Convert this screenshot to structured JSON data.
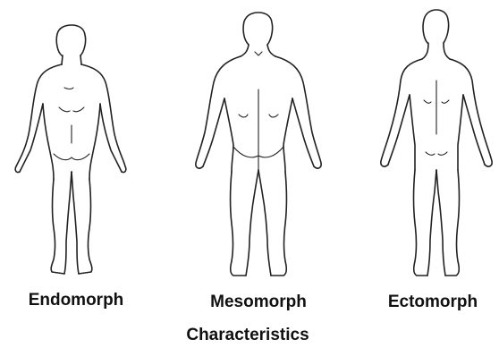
{
  "figures": [
    {
      "label": "Endomorph"
    },
    {
      "label": "Mesomorph"
    },
    {
      "label": "Ectomorph"
    }
  ],
  "caption": "Characteristics"
}
